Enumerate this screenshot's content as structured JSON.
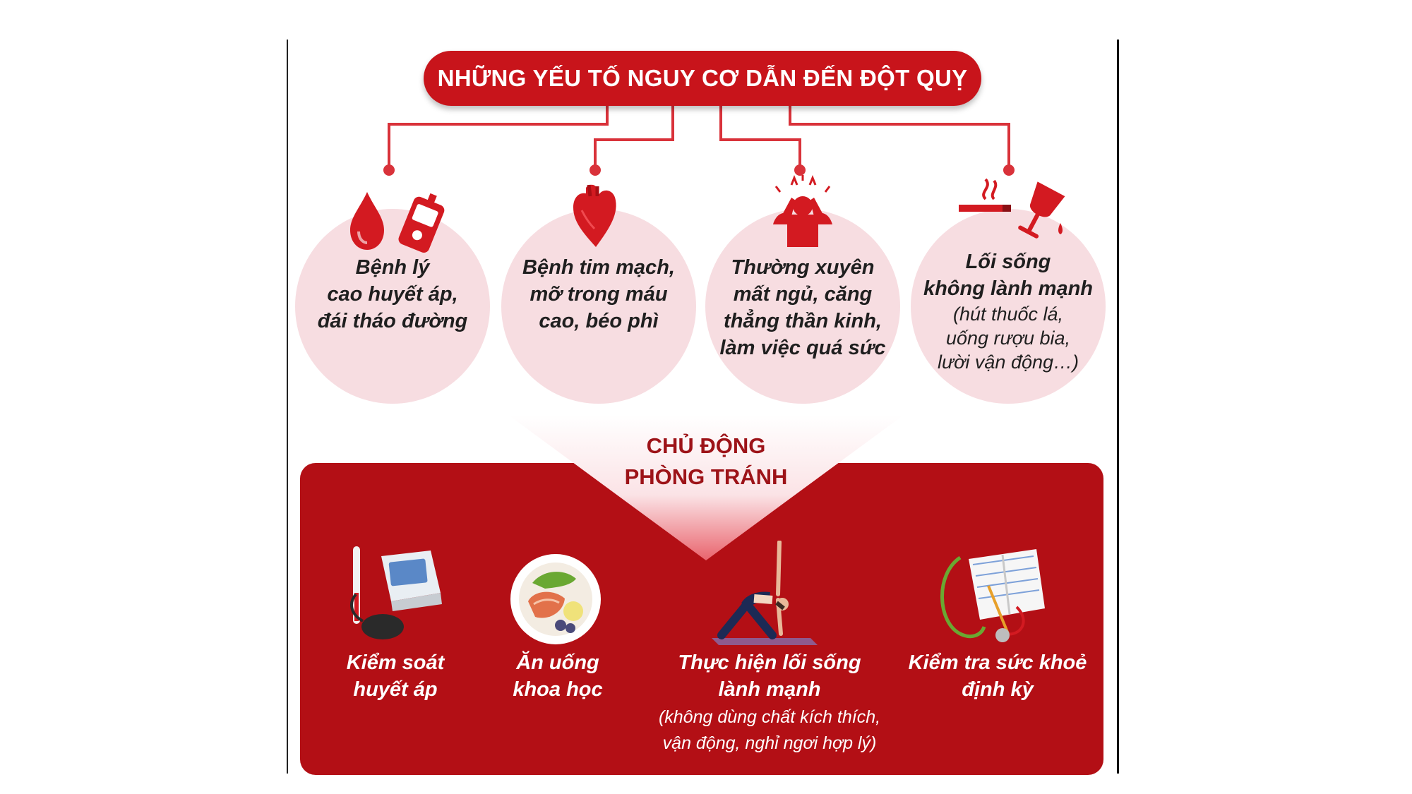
{
  "title": "NHỮNG YẾU TỐ NGUY CƠ DẪN ĐẾN ĐỘT QUỴ",
  "colors": {
    "primary_red": "#c8141b",
    "panel_red": "#b30f15",
    "circle_pink": "#f7dde1",
    "text_dark": "#1f1f1f"
  },
  "risks": [
    {
      "icon": "blood-drop-glucometer-icon",
      "lines": [
        "Bệnh lý",
        "cao huyết áp,",
        "đái tháo đường"
      ]
    },
    {
      "icon": "heart-icon",
      "lines": [
        "Bệnh tim mạch,",
        "mỡ trong máu",
        "cao, béo phì"
      ]
    },
    {
      "icon": "stressed-person-icon",
      "lines": [
        "Thường xuyên",
        "mất ngủ, căng",
        "thẳng thần kinh,",
        "làm việc quá sức"
      ]
    },
    {
      "icon": "cigarette-wine-glass-icon",
      "lines": [
        "Lối sống",
        "không lành mạnh"
      ],
      "sub_lines": [
        "(hút thuốc lá,",
        "uống rượu bia,",
        "lười vận động…)"
      ]
    }
  ],
  "cta": {
    "line1": "CHỦ ĐỘNG",
    "line2": "PHÒNG TRÁNH"
  },
  "prevention": [
    {
      "icon": "blood-pressure-monitor-icon",
      "lines": [
        "Kiểm soát",
        "huyết áp"
      ]
    },
    {
      "icon": "healthy-food-plate-icon",
      "lines": [
        "Ăn uống",
        "khoa học"
      ]
    },
    {
      "icon": "yoga-pose-icon",
      "lines": [
        "Thực hiện lối sống",
        "lành mạnh"
      ],
      "note_lines": [
        "(không dùng chất kích thích,",
        "vận động, nghỉ ngơi hợp lý)"
      ]
    },
    {
      "icon": "medical-checkup-icon",
      "lines": [
        "Kiểm tra sức khoẻ",
        "định kỳ"
      ]
    }
  ]
}
